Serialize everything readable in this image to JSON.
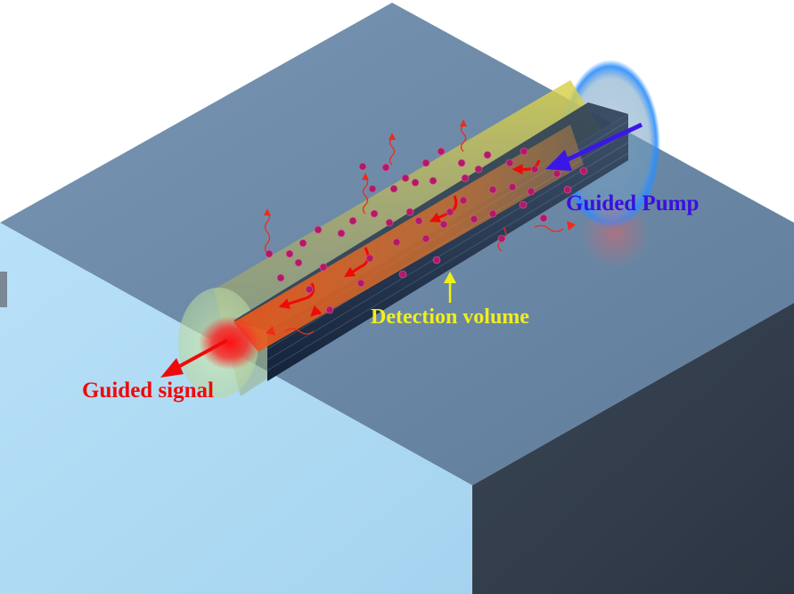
{
  "labels": {
    "pump": "Guided Pump",
    "detection": "Detection volume",
    "signal": "Guided signal"
  },
  "colors": {
    "substrate_top": "#6c8aa8",
    "substrate_front": "#b3ddf6",
    "substrate_side": "#333e4c",
    "waveguide_core": "#1c2d42",
    "cladding_glow": "#d6d04a",
    "pump_arrow": "#3a17e6",
    "pump_label": "#3a10e0",
    "signal_label": "#ef0a0a",
    "detection_label": "#f2ee1c",
    "particle": "#b01a66"
  },
  "icons": [
    "pump-arrow-icon",
    "signal-arrow-icon",
    "detection-pointer-icon"
  ]
}
